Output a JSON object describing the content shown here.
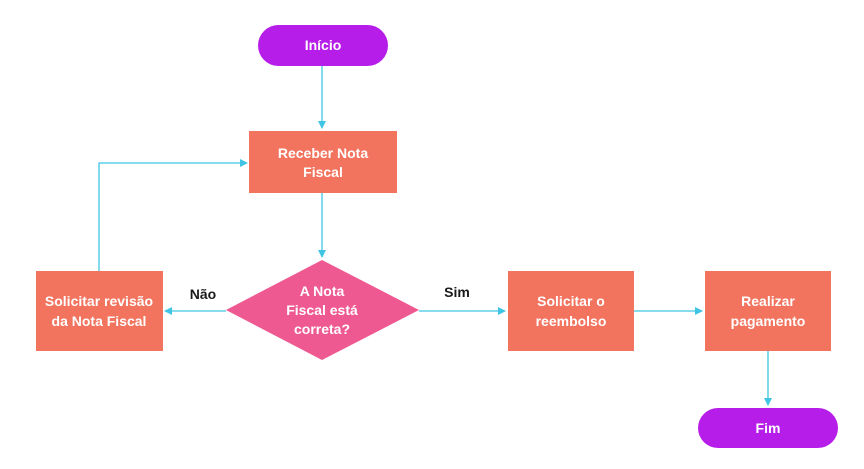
{
  "colors": {
    "terminal": "#b61de9",
    "process": "#f2745f",
    "decision": "#ef5992",
    "connector": "#3fc5e3",
    "node_text": "#ffffff",
    "label_text": "#1a1a1a"
  },
  "nodes": {
    "start": {
      "label": "Início"
    },
    "receive_invoice": {
      "line1": "Receber Nota",
      "line2": "Fiscal"
    },
    "decision": {
      "line1": "A Nota",
      "line2": "Fiscal está",
      "line3": "correta?"
    },
    "request_review": {
      "line1": "Solicitar revisão",
      "line2": "da Nota Fiscal"
    },
    "request_reimbursement": {
      "line1": "Solicitar o",
      "line2": "reembolso"
    },
    "make_payment": {
      "line1": "Realizar",
      "line2": "pagamento"
    },
    "end": {
      "label": "Fim"
    }
  },
  "edges": {
    "no_label": "Não",
    "yes_label": "Sim"
  }
}
